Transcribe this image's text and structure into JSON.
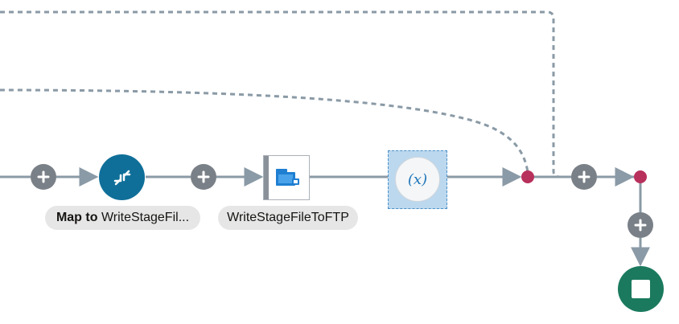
{
  "flow": {
    "map_node": {
      "label_prefix": "Map to",
      "label_target": "WriteStageFil...",
      "icon": "map-arrows-icon"
    },
    "ftp_node": {
      "label": "WriteStageFileToFTP",
      "icon": "ftp-adapter-icon"
    },
    "assign_node": {
      "symbol": "(x)",
      "icon": "variable-icon"
    },
    "end_node": {
      "icon": "stop-icon"
    },
    "add_button_icon": "plus-icon",
    "colors": {
      "connector": "#8a9aa6",
      "dashed": "#8a9aa6",
      "merge_dot": "#b8305c",
      "map_node": "#0f6f99",
      "end_node": "#1b7a5e",
      "add_button": "#7a8087",
      "selection": "#bcd8ee"
    }
  }
}
